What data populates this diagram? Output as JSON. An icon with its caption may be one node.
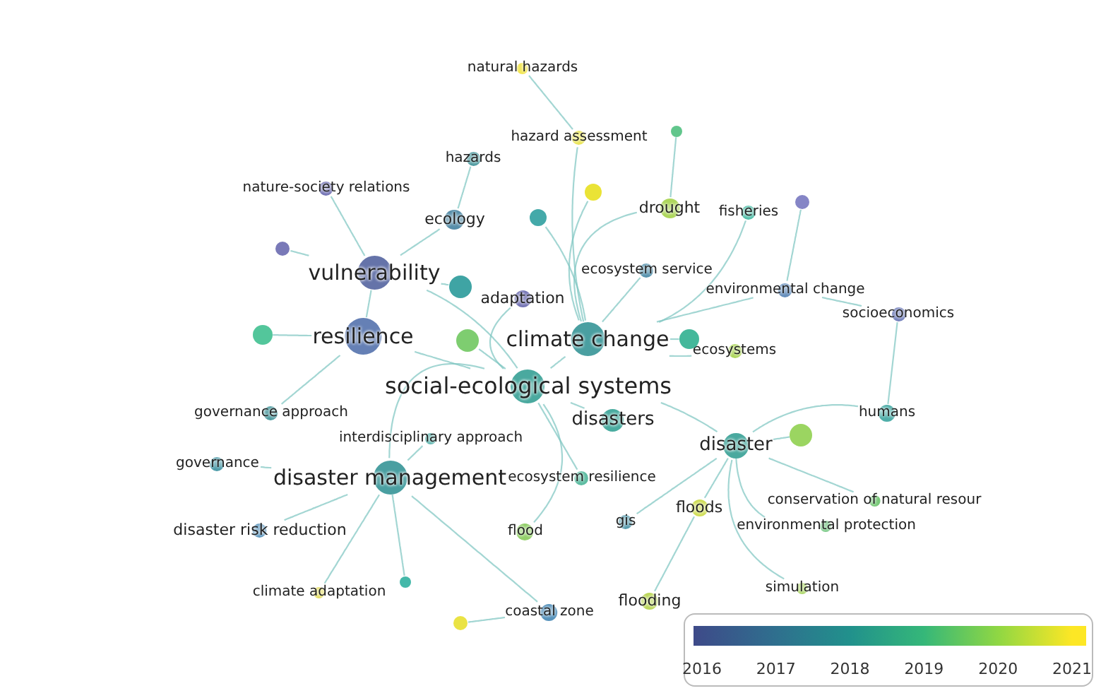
{
  "diagram": {
    "nodes": [
      {
        "text": [
          "natural hazards"
        ]
      },
      {
        "text": [
          "hazard assessment"
        ]
      },
      {
        "text": [
          "hazards"
        ]
      },
      {
        "text": [
          "nature-society relations"
        ]
      },
      {
        "text": [
          "ecology"
        ]
      },
      {
        "text": [
          "drought"
        ]
      },
      {
        "text": [
          "fisheries"
        ]
      },
      {
        "text": [
          "vulnerability"
        ]
      },
      {
        "text": [
          "ecosystem service"
        ]
      },
      {
        "text": [
          "adaptation"
        ]
      },
      {
        "text": [
          "environmental change"
        ]
      },
      {
        "text": [
          "socioeconomics"
        ]
      },
      {
        "text": [
          "resilience"
        ]
      },
      {
        "text": [
          "climate change"
        ]
      },
      {
        "text": [
          "ecosystems"
        ]
      },
      {
        "text": [
          "social-ecological systems"
        ]
      },
      {
        "text": [
          "governance approach"
        ]
      },
      {
        "text": [
          "disasters"
        ]
      },
      {
        "text": [
          "humans"
        ]
      },
      {
        "text": [
          "interdisciplinary approach"
        ]
      },
      {
        "text": [
          "governance"
        ]
      },
      {
        "text": [
          "disaster management"
        ]
      },
      {
        "text": [
          "ecosystem resilience"
        ]
      },
      {
        "text": [
          "disaster"
        ]
      },
      {
        "text": [
          "floods"
        ]
      },
      {
        "text": [
          "conservation of natural resour"
        ]
      },
      {
        "text": [
          "flood"
        ]
      },
      {
        "text": [
          "gis"
        ]
      },
      {
        "text": [
          "environmental protection"
        ]
      },
      {
        "text": [
          "disaster risk reduction"
        ]
      },
      {
        "text": [
          "climate adaptation"
        ]
      },
      {
        "text": [
          "flooding"
        ]
      },
      {
        "text": [
          "simulation"
        ]
      },
      {
        "text": [
          "coastal zone"
        ]
      },
      {
        "text": [],
        "shape": "circle"
      },
      {
        "text": [],
        "shape": "circle"
      },
      {
        "text": [],
        "shape": "circle"
      },
      {
        "text": [],
        "shape": "circle"
      },
      {
        "text": [],
        "shape": "circle"
      },
      {
        "text": [],
        "shape": "circle"
      },
      {
        "text": [],
        "shape": "circle"
      },
      {
        "text": [],
        "shape": "circle"
      },
      {
        "text": [],
        "shape": "circle"
      },
      {
        "text": [],
        "shape": "circle"
      },
      {
        "text": [],
        "shape": "circle"
      },
      {
        "text": [],
        "shape": "circle"
      }
    ],
    "edges": [
      {
        "from": 0,
        "to": 1,
        "arrow": "none"
      },
      {
        "from": 1,
        "to": 13,
        "arrow": "none"
      },
      {
        "from": 2,
        "to": 4,
        "arrow": "none"
      },
      {
        "from": 4,
        "to": 7,
        "arrow": "none"
      },
      {
        "from": 3,
        "to": 7,
        "arrow": "none"
      },
      {
        "from": 38,
        "to": 7,
        "arrow": "none"
      },
      {
        "from": 5,
        "to": 13,
        "arrow": "none"
      },
      {
        "from": 6,
        "to": 13,
        "arrow": "none"
      },
      {
        "from": 34,
        "to": 5,
        "arrow": "none"
      },
      {
        "from": 35,
        "to": 10,
        "arrow": "none"
      },
      {
        "from": 10,
        "to": 13,
        "arrow": "none"
      },
      {
        "from": 11,
        "to": 10,
        "arrow": "none"
      },
      {
        "from": 11,
        "to": 18,
        "arrow": "none"
      },
      {
        "from": 8,
        "to": 13,
        "arrow": "none"
      },
      {
        "from": 9,
        "to": 15,
        "arrow": "none"
      },
      {
        "from": 37,
        "to": 13,
        "arrow": "none"
      },
      {
        "from": 36,
        "to": 13,
        "arrow": "none"
      },
      {
        "from": 39,
        "to": 7,
        "arrow": "none"
      },
      {
        "from": 7,
        "to": 15,
        "arrow": "none"
      },
      {
        "from": 12,
        "to": 15,
        "arrow": "none"
      },
      {
        "from": 12,
        "to": 7,
        "arrow": "none"
      },
      {
        "from": 40,
        "to": 12,
        "arrow": "none"
      },
      {
        "from": 41,
        "to": 15,
        "arrow": "none"
      },
      {
        "from": 13,
        "to": 15,
        "arrow": "none"
      },
      {
        "from": 42,
        "to": 13,
        "arrow": "none"
      },
      {
        "from": 14,
        "to": 13,
        "arrow": "none"
      },
      {
        "from": 16,
        "to": 12,
        "arrow": "none"
      },
      {
        "from": 20,
        "to": 21,
        "arrow": "none"
      },
      {
        "from": 19,
        "to": 21,
        "arrow": "none"
      },
      {
        "from": 21,
        "to": 15,
        "arrow": "none"
      },
      {
        "from": 29,
        "to": 21,
        "arrow": "none"
      },
      {
        "from": 30,
        "to": 21,
        "arrow": "none"
      },
      {
        "from": 44,
        "to": 21,
        "arrow": "none"
      },
      {
        "from": 45,
        "to": 33,
        "arrow": "none"
      },
      {
        "from": 33,
        "to": 21,
        "arrow": "none"
      },
      {
        "from": 26,
        "to": 15,
        "arrow": "none"
      },
      {
        "from": 22,
        "to": 15,
        "arrow": "none"
      },
      {
        "from": 27,
        "to": 23,
        "arrow": "none"
      },
      {
        "from": 24,
        "to": 23,
        "arrow": "none"
      },
      {
        "from": 31,
        "to": 24,
        "arrow": "none"
      },
      {
        "from": 32,
        "to": 23,
        "arrow": "none"
      },
      {
        "from": 28,
        "to": 23,
        "arrow": "none"
      },
      {
        "from": 25,
        "to": 23,
        "arrow": "none"
      },
      {
        "from": 43,
        "to": 23,
        "arrow": "none"
      },
      {
        "from": 18,
        "to": 23,
        "arrow": "none"
      },
      {
        "from": 17,
        "to": 15,
        "arrow": "none"
      },
      {
        "from": 23,
        "to": 15,
        "arrow": "none"
      }
    ],
    "legend": [
      {
        "text": "2016",
        "color": "#3e4a89"
      },
      {
        "text": "2017",
        "color": "#2f6f8e"
      },
      {
        "text": "2018",
        "color": "#21918c"
      },
      {
        "text": "2019",
        "color": "#35b779"
      },
      {
        "text": "2020",
        "color": "#90d743"
      },
      {
        "text": "2021",
        "color": "#fde725"
      }
    ]
  }
}
